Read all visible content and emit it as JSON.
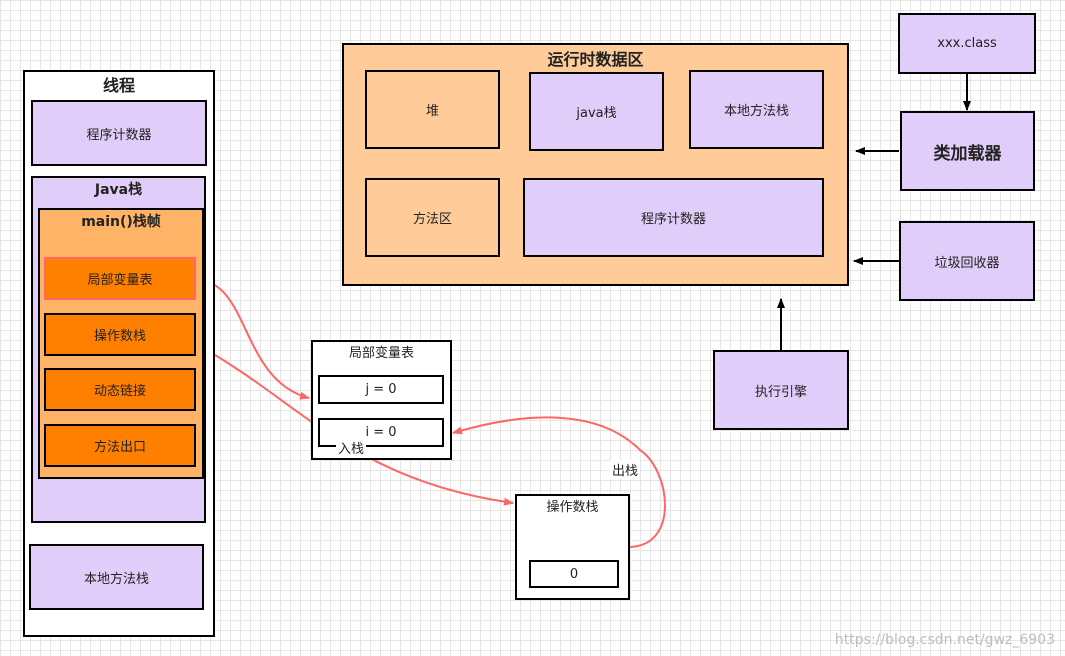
{
  "thread": {
    "title": "线程",
    "program_counter": "程序计数器",
    "java_stack_title": "Java栈",
    "frame_title": "main()栈帧",
    "frame_items": [
      "局部变量表",
      "操作数栈",
      "动态链接",
      "方法出口"
    ],
    "native_stack": "本地方法栈"
  },
  "runtime_area": {
    "title": "运行时数据区",
    "heap": "堆",
    "java_stack": "java栈",
    "native_stack": "本地方法栈",
    "method_area": "方法区",
    "program_counter": "程序计数器"
  },
  "class_file": "xxx.class",
  "class_loader": "类加载器",
  "gc": "垃圾回收器",
  "engine": "执行引擎",
  "local_var_table": {
    "title": "局部变量表",
    "rows": [
      "j = 0",
      "i = 0"
    ]
  },
  "operand_stack": {
    "title": "操作数栈",
    "value": "0"
  },
  "edge_labels": {
    "push": "入栈",
    "pop": "出栈"
  },
  "watermark": "https://blog.csdn.net/gwz_6903",
  "colors": {
    "purple": "#e1cdfa",
    "peach": "#ffcc99",
    "orange": "#ff8000",
    "orange_mid": "#ffb366",
    "flow_arrow": "#ff6666"
  }
}
